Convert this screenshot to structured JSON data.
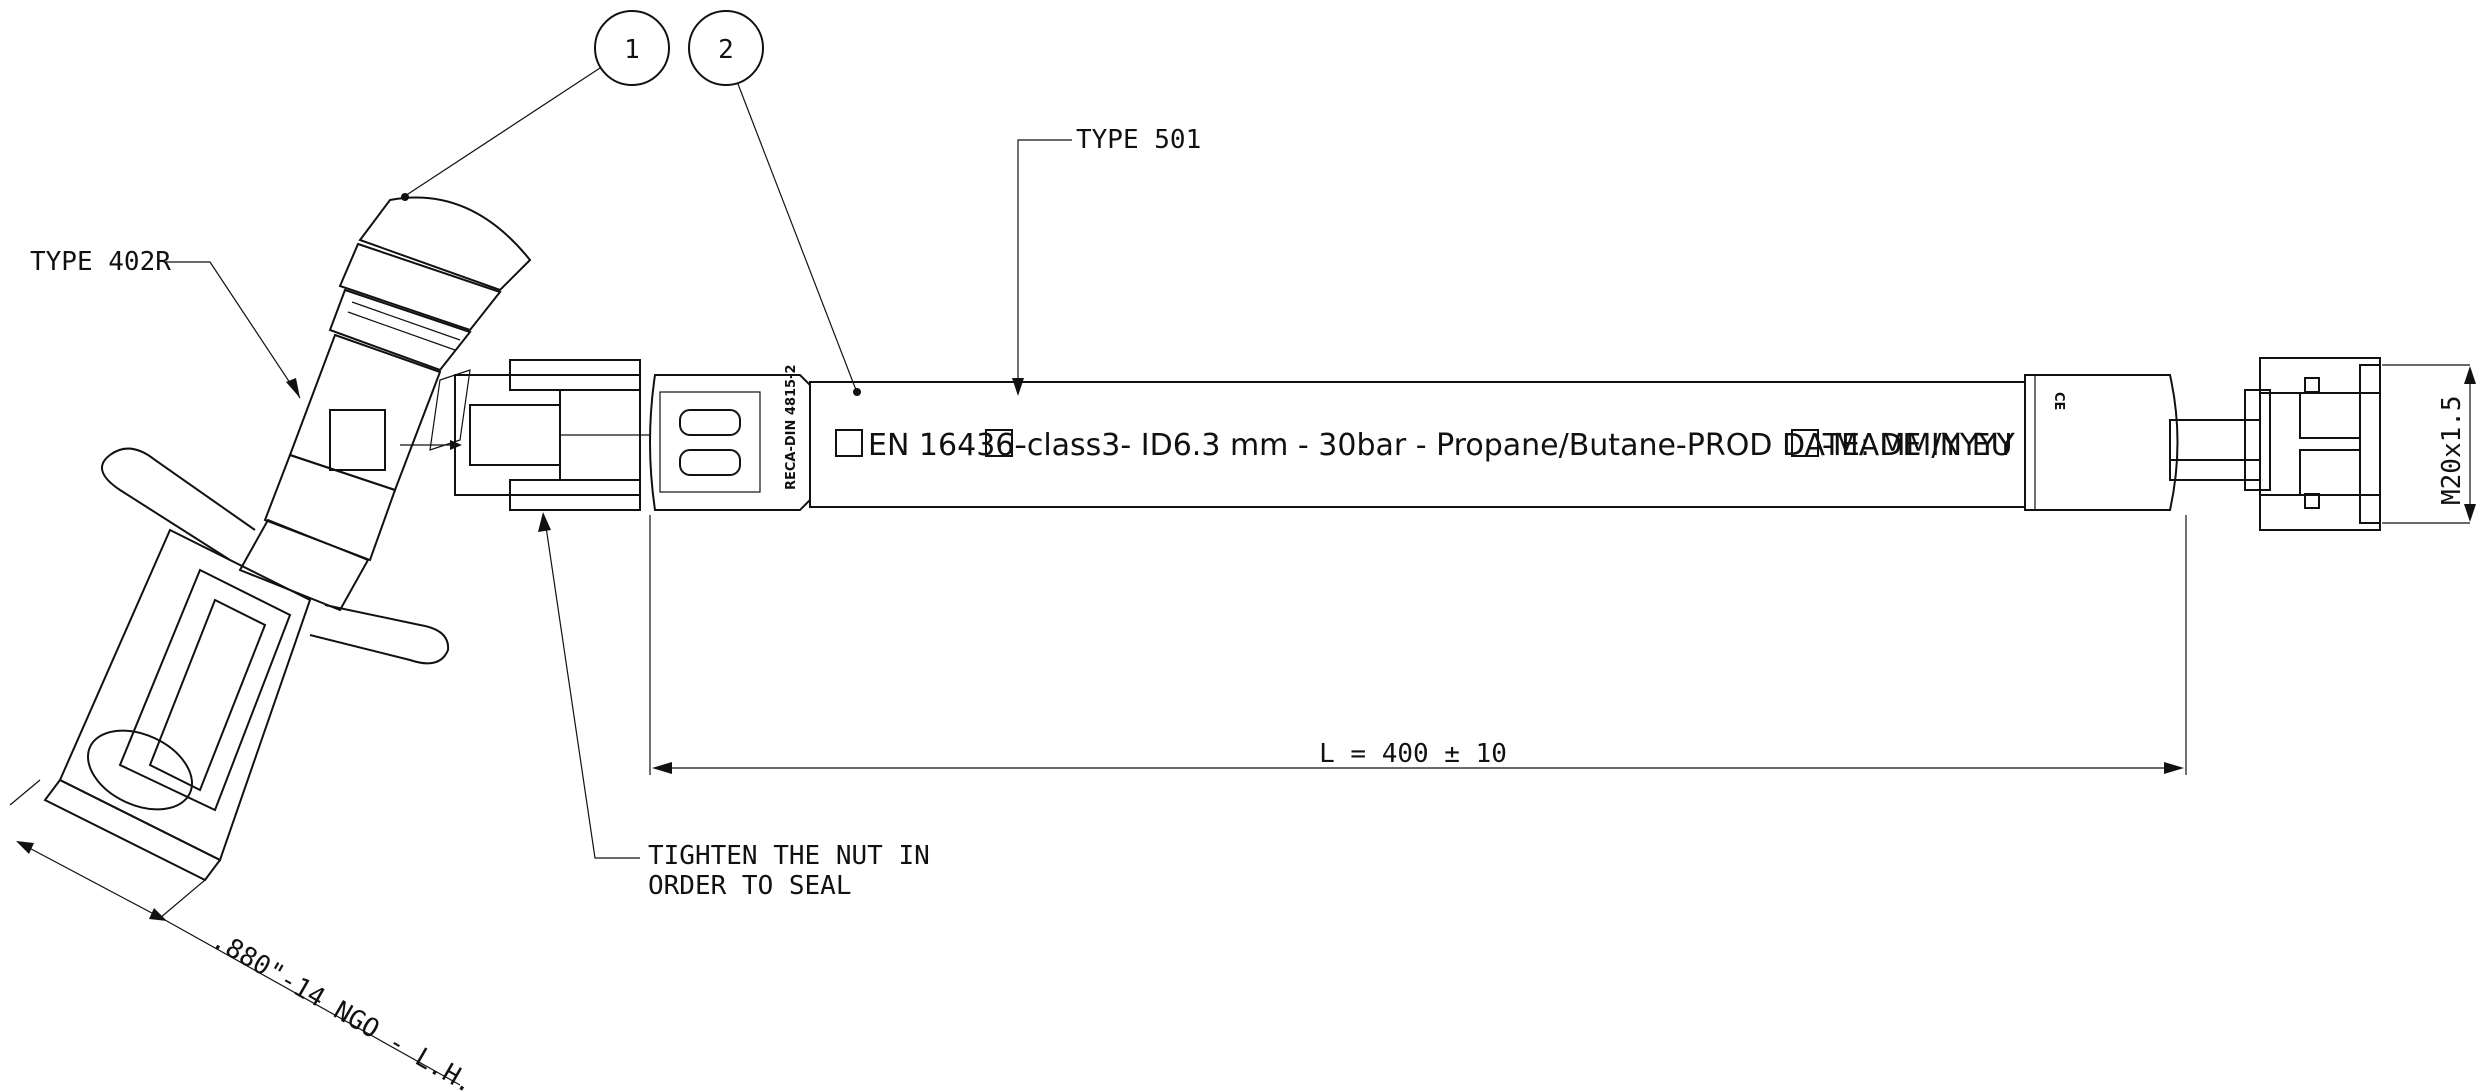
{
  "balloons": [
    {
      "id": "balloon-1",
      "text": "1"
    },
    {
      "id": "balloon-2",
      "text": "2"
    }
  ],
  "labels": {
    "type_402r": "TYPE 402R",
    "type_501": "TYPE 501",
    "tighten_line1": "TIGHTEN THE NUT IN",
    "tighten_line2": "ORDER TO SEAL",
    "thread_left": ".880\"-14 NGO - L.H.",
    "thread_right": "M20x1.5",
    "length": "L = 400 ± 10"
  },
  "hose_marking": {
    "text1": "EN 16436-",
    "text2": "-class3- ID6.3 mm - 30bar - Propane/Butane-PROD DATE: MM/YYYY",
    "text3": "-MADE IN EU",
    "ferrule_left": "RECA-DIN 4815-2",
    "ferrule_right": "CE"
  }
}
